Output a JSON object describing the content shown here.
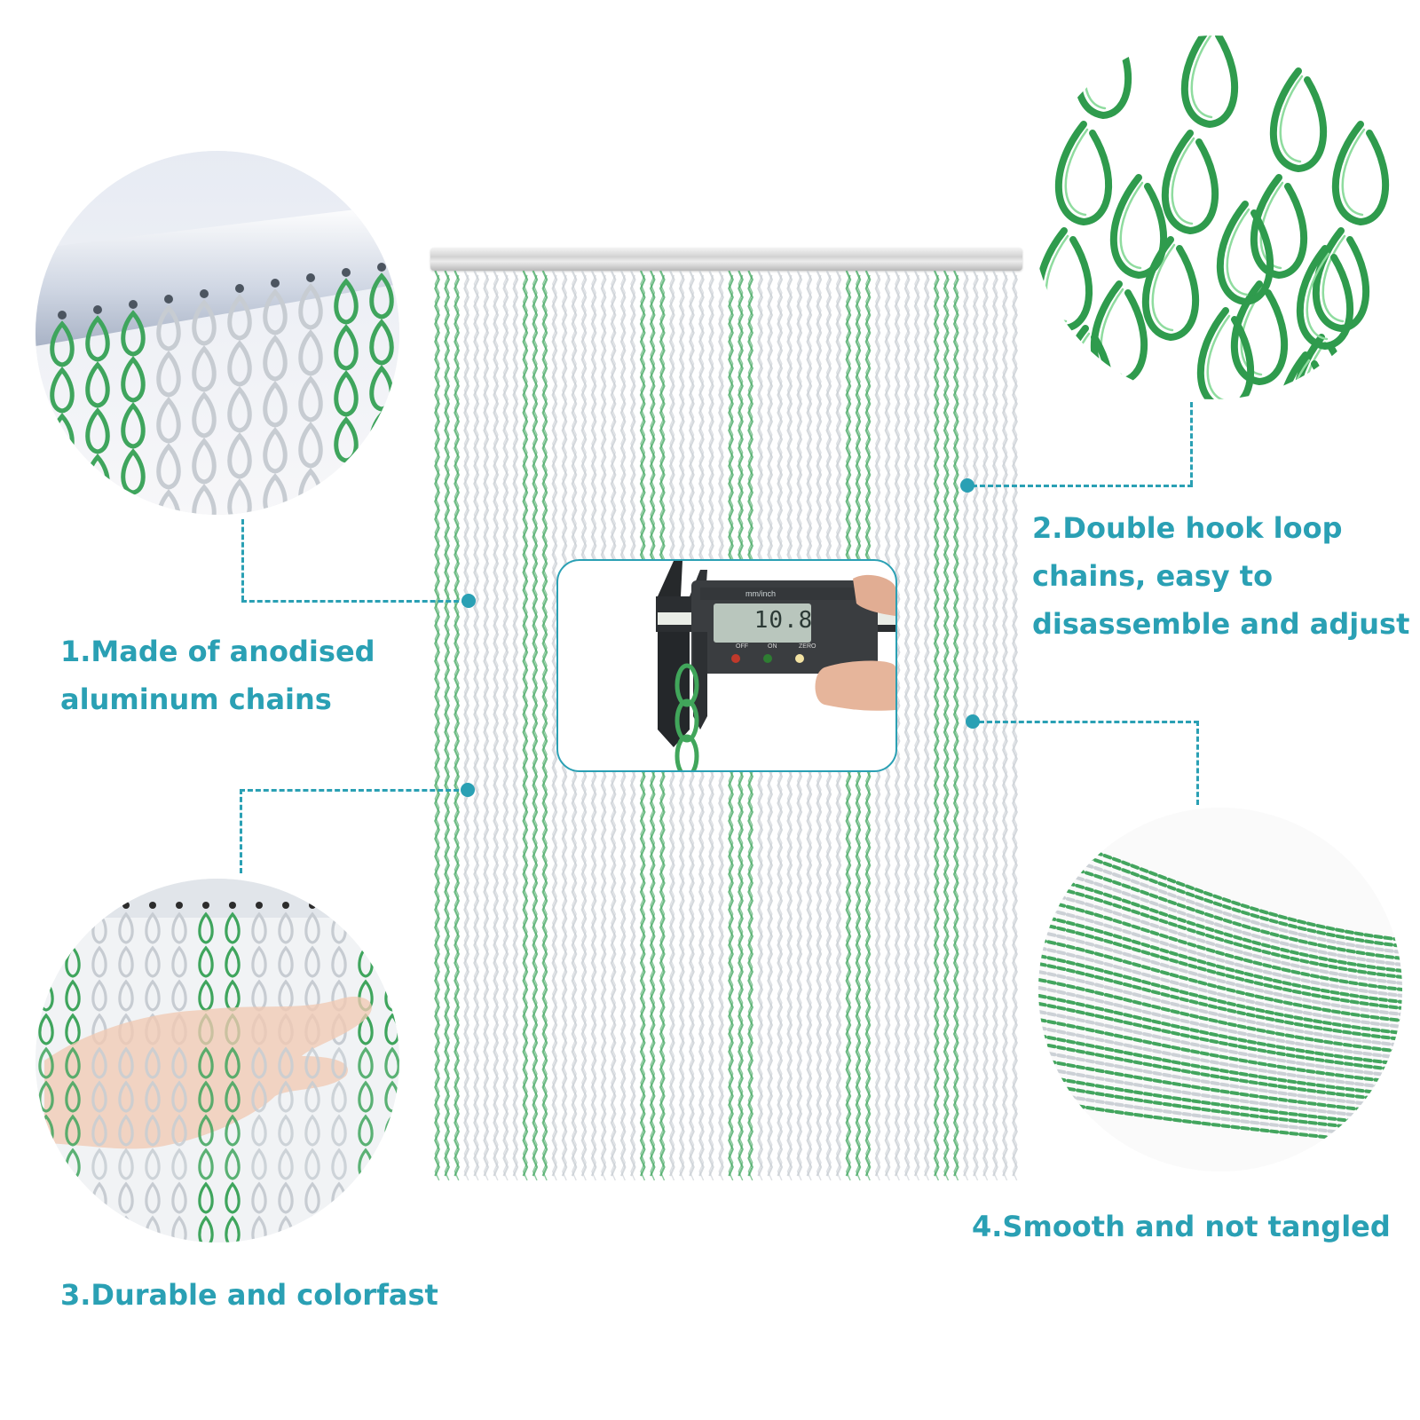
{
  "features": [
    {
      "lines": [
        "1.Made of anodised",
        "aluminum chains"
      ]
    },
    {
      "lines": [
        "2.Double hook loop",
        "chains, easy to",
        "disassemble and adjust"
      ]
    },
    {
      "lines": [
        "3.Durable and colorfast"
      ]
    },
    {
      "lines": [
        "4.Smooth and not tangled"
      ]
    }
  ],
  "caliper": {
    "reading": "10.8",
    "unit_label": "mm/inch",
    "buttons": [
      "OFF",
      "ON",
      "ZERO"
    ]
  },
  "colors": {
    "accent": "#2aa0b4",
    "chain_green": "#3fa55d",
    "chain_silver": "#c7ccd2",
    "rod": "#d2d2d2"
  },
  "curtain": {
    "stripe_pattern": [
      "green",
      "silver",
      "silver",
      "green",
      "silver",
      "silver",
      "silver",
      "green",
      "silver",
      "silver",
      "green",
      "silver",
      "silver",
      "silver",
      "green",
      "silver",
      "silver",
      "green",
      "silver",
      "silver"
    ]
  }
}
